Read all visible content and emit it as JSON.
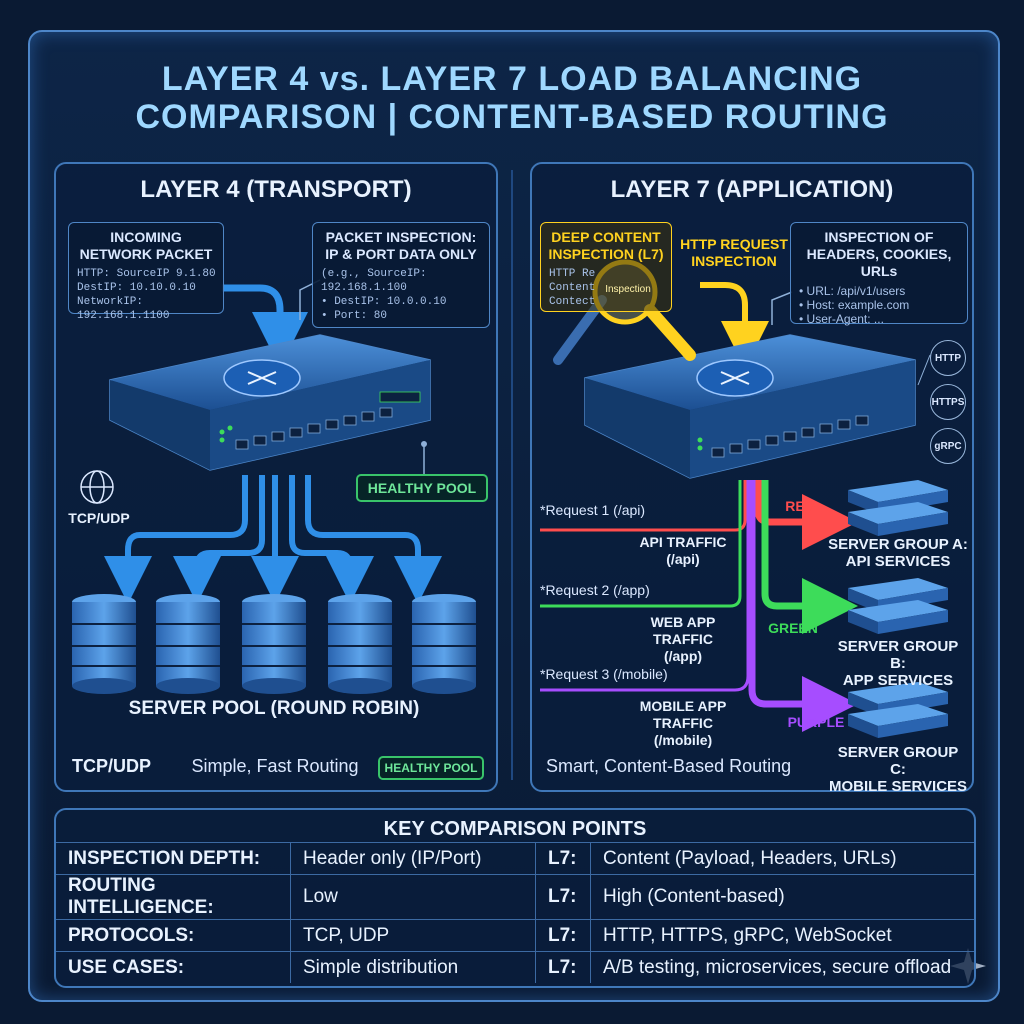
{
  "title": {
    "line1": "LAYER 4 vs. LAYER 7 LOAD BALANCING",
    "line2": "COMPARISON | CONTENT-BASED ROUTING"
  },
  "l4": {
    "title": "LAYER 4 (TRANSPORT)",
    "incoming": {
      "head": "INCOMING\nNETWORK PACKET",
      "lines": [
        "HTTP: SourceIP 9.1.80",
        "DestIP: 10.10.0.10",
        "NetworkIP: 192.168.1.1100"
      ]
    },
    "inspect": {
      "head": "PACKET INSPECTION:\nIP & PORT DATA ONLY",
      "lines": [
        "(e.g., SourceIP: 192.168.1.100",
        "• DestIP: 10.0.0.10",
        "• Port: 80"
      ]
    },
    "healthy_pool": "HEALTHY POOL",
    "tcp_icon_label": "TCP/UDP",
    "server_pool": "SERVER POOL (ROUND ROBIN)",
    "footer": {
      "proto": "TCP/UDP",
      "desc": "Simple, Fast Routing",
      "badge": "HEALTHY POOL"
    }
  },
  "l7": {
    "title": "LAYER 7 (APPLICATION)",
    "deep": {
      "head": "DEEP CONTENT\nINSPECTION (L7)",
      "lines": [
        "HTTP Re",
        "Content",
        "Contect"
      ]
    },
    "magnifier": "Inspection",
    "http_req": "HTTP REQUEST\nINSPECTION",
    "inspect": {
      "head": "INSPECTION OF\nHEADERS, COOKIES, URLs",
      "lines": [
        "• URL: /api/v1/users",
        "• Host: example.com",
        "• User-Agent: ..."
      ]
    },
    "protocols": [
      "HTTP",
      "HTTPS",
      "gRPC"
    ],
    "requests": [
      "*Request 1 (/api)",
      "*Request 2 (/app)",
      "*Request 3 (/mobile)"
    ],
    "traffic": [
      "API TRAFFIC\n(/api)",
      "WEB APP\nTRAFFIC\n(/app)",
      "MOBILE APP\nTRAFFIC\n(/mobile)"
    ],
    "colors": [
      "RED",
      "GREEN",
      "PURPLE"
    ],
    "groups": [
      "SERVER GROUP A:\nAPI SERVICES",
      "SERVER GROUP B:\nAPP SERVICES",
      "SERVER GROUP C:\nMOBILE SERVICES"
    ],
    "footer": "Smart, Content-Based Routing"
  },
  "key": {
    "title": "KEY COMPARISON POINTS",
    "rows": [
      {
        "label": "INSPECTION DEPTH:",
        "l4": "Header only (IP/Port)",
        "tag": "L7:",
        "l7": "Content (Payload, Headers, URLs)"
      },
      {
        "label": "ROUTING INTELLIGENCE:",
        "l4": "Low",
        "tag": "L7:",
        "l7": "High (Content-based)"
      },
      {
        "label": "PROTOCOLS:",
        "l4": "TCP, UDP",
        "tag": "L7:",
        "l7": "HTTP, HTTPS, gRPC, WebSocket"
      },
      {
        "label": "USE CASES:",
        "l4": "Simple distribution",
        "tag": "L7:",
        "l7": "A/B testing, microservices, secure offload"
      }
    ]
  },
  "colors": {
    "accent": "#9fd8ff",
    "red": "#ff4d4d",
    "green": "#3ddc5a",
    "purple": "#a64dff",
    "yellow": "#ffd21f",
    "blue": "#2f8fe8"
  }
}
